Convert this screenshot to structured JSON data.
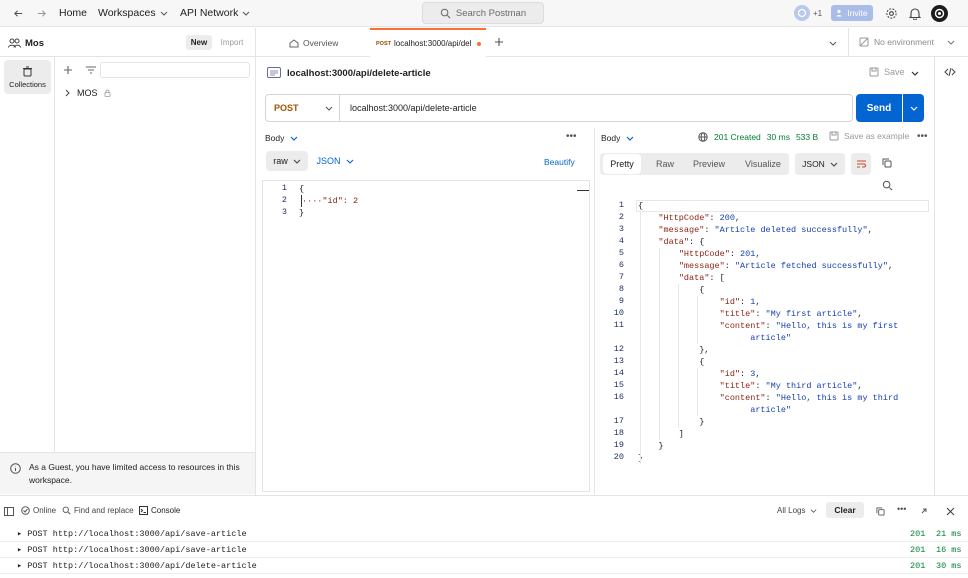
{
  "topbar": {
    "home": "Home",
    "workspaces": "Workspaces",
    "api_network": "API Network",
    "search_placeholder": "Search Postman",
    "avatar_count": "+1",
    "invite": "Invite"
  },
  "sidebar": {
    "workspace_name": "Mos",
    "new_label": "New",
    "import_label": "Import",
    "collections_label": "Collections",
    "tree_item": "MOS",
    "guest_notice": "As a Guest, you have limited access to resources in this workspace."
  },
  "tabs": {
    "overview": "Overview",
    "active_method": "POST",
    "active_url": "localhost:3000/api/del",
    "environment": "No environment"
  },
  "request": {
    "title": "localhost:3000/api/delete-article",
    "save": "Save",
    "method": "POST",
    "url": "localhost:3000/api/delete-article",
    "send": "Send",
    "body_tab": "Body",
    "body_mode": "raw",
    "body_lang": "JSON",
    "beautify": "Beautify",
    "body_lines": [
      {
        "num": "1",
        "text": "{"
      },
      {
        "num": "2",
        "text": "\"id\": 2"
      },
      {
        "num": "3",
        "text": "}"
      }
    ]
  },
  "response": {
    "body_tab": "Body",
    "status": "201 Created",
    "time": "30 ms",
    "size": "533 B",
    "save_example": "Save as example",
    "view_tabs": [
      "Pretty",
      "Raw",
      "Preview",
      "Visualize"
    ],
    "format": "JSON",
    "line_numbers": [
      "1",
      "2",
      "3",
      "4",
      "5",
      "6",
      "7",
      "8",
      "9",
      "10",
      "11",
      "",
      "12",
      "13",
      "14",
      "15",
      "16",
      "",
      "17",
      "18",
      "19",
      "20"
    ]
  },
  "console": {
    "online": "Online",
    "find_replace": "Find and replace",
    "console": "Console",
    "all_logs": "All Logs",
    "clear": "Clear",
    "logs": [
      {
        "text": "POST http://localhost:3000/api/save-article",
        "status": "201",
        "time": "21 ms"
      },
      {
        "text": "POST http://localhost:3000/api/save-article",
        "status": "201",
        "time": "16 ms"
      },
      {
        "text": "POST http://localhost:3000/api/delete-article",
        "status": "201",
        "time": "30 ms"
      }
    ]
  },
  "colors": {
    "accent": "#ff6c37",
    "send": "#0265d2",
    "status_ok": "#007f31"
  }
}
